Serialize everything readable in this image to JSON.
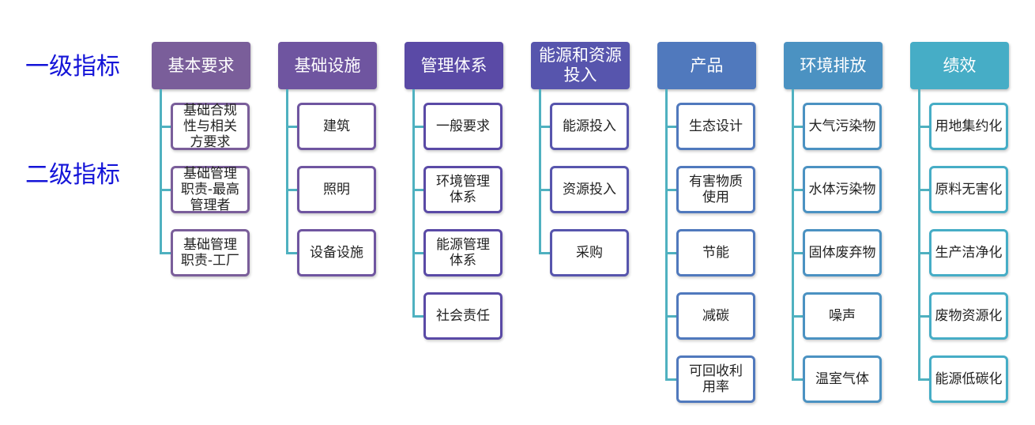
{
  "level_labels": {
    "first": "一级指标",
    "second": "二级指标"
  },
  "columns": [
    {
      "title": "基本要求",
      "color": "#7a5e9a",
      "children": [
        "基础合规\n性与相关\n方要求",
        "基础管理\n职责-最高\n管理者",
        "基础管理\n职责-工厂"
      ]
    },
    {
      "title": "基础设施",
      "color": "#6f55a0",
      "children": [
        "建筑",
        "照明",
        "设备设施"
      ]
    },
    {
      "title": "管理体系",
      "color": "#5a4aa6",
      "children": [
        "一般要求",
        "环境管理\n体系",
        "能源管理\n体系",
        "社会责任"
      ]
    },
    {
      "title": "能源和资源\n投入",
      "color": "#5755ad",
      "children": [
        "能源投入",
        "资源投入",
        "采购"
      ]
    },
    {
      "title": "产品",
      "color": "#5079bd",
      "children": [
        "生态设计",
        "有害物质\n使用",
        "节能",
        "减碳",
        "可回收利\n用率"
      ]
    },
    {
      "title": "环境排放",
      "color": "#4b92c2",
      "children": [
        "大气污染物",
        "水体污染物",
        "固体废弃物",
        "噪声",
        "温室气体"
      ]
    },
    {
      "title": "绩效",
      "color": "#46adc6",
      "children": [
        "用地集约化",
        "原料无害化",
        "生产洁净化",
        "废物资源化",
        "能源低碳化"
      ]
    }
  ],
  "colors": {
    "level_label": "#1414d8",
    "stem": "#4fb1c0"
  }
}
